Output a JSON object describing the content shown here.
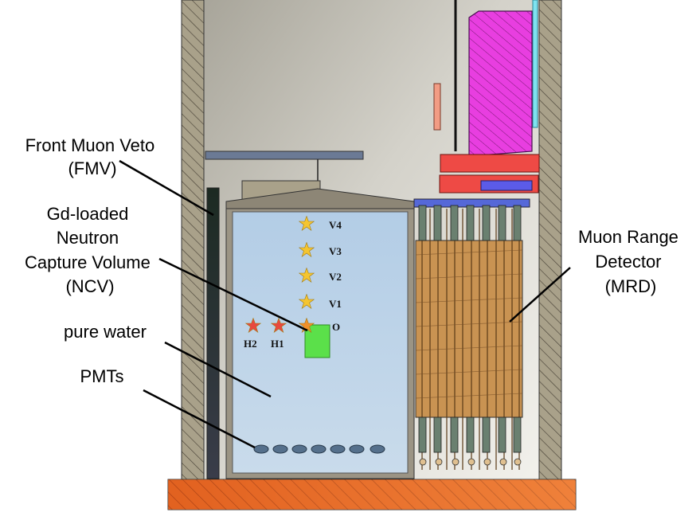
{
  "labels": {
    "fmv": [
      "Front Muon Veto",
      "(FMV)"
    ],
    "ncv": [
      "Gd-loaded",
      "Neutron",
      "Capture Volume",
      "(NCV)"
    ],
    "water": "pure water",
    "pmts": "PMTs",
    "mrd": [
      "Muon Range",
      "Detector",
      "(MRD)"
    ]
  },
  "positions": {
    "vertical": [
      "V4",
      "V3",
      "V2",
      "V1",
      "O"
    ],
    "horizontal": [
      "H2",
      "H1"
    ]
  },
  "colors": {
    "wall": "#a9a18a",
    "tank_water": "#bcd4ea",
    "ncv": "#5be04a",
    "floor": "#e86a22",
    "mrd_rods": "#c99352",
    "magenta_module": "#e83ee0",
    "red_beam": "#ee4a45",
    "star_yellow": "#f4c531",
    "star_red": "#e8493f",
    "star_orange": "#f0902a"
  },
  "icons": [
    "star-icon"
  ]
}
